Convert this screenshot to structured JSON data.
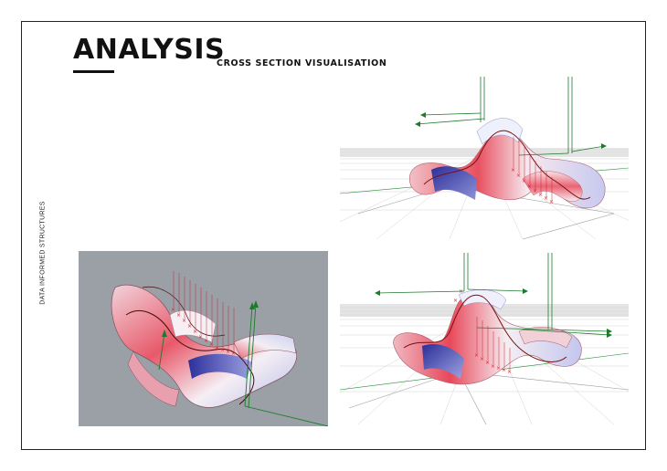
{
  "page": {
    "title": "ANALYSIS",
    "subtitle": "CROSS SECTION VISUALISATION",
    "side_label": "DATA INFORMED STRUCTURES"
  },
  "views": [
    {
      "name": "perspective-view-top-right",
      "background": "#ffffff"
    },
    {
      "name": "perspective-view-bottom-left",
      "background": "#9aa0a6"
    },
    {
      "name": "perspective-view-bottom-right",
      "background": "#ffffff"
    }
  ],
  "colors": {
    "surface_red": "#e85060",
    "surface_blue": "#3a3fa8",
    "surface_white": "#f4eef2",
    "vector_green": "#1d7a2c",
    "section_dark_red": "#7a1010",
    "marker_red": "#d0202a"
  }
}
